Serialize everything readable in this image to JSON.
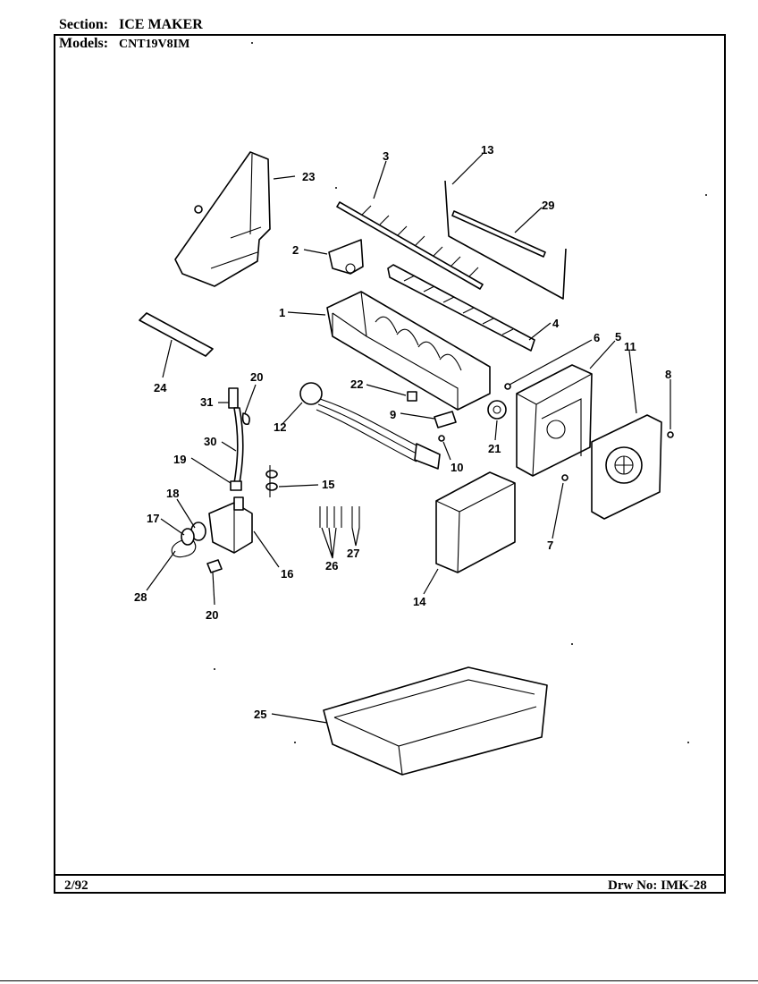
{
  "header": {
    "section_label": "Section:",
    "section_value": "ICE MAKER",
    "models_label": "Models:",
    "models_value": "CNT19V8IM"
  },
  "footer": {
    "date": "2/92",
    "drawing_number": "Drw No: IMK-28"
  },
  "callouts": {
    "c1": "1",
    "c2": "2",
    "c3": "3",
    "c4": "4",
    "c5": "5",
    "c6": "6",
    "c7": "7",
    "c8": "8",
    "c9": "9",
    "c10": "10",
    "c11": "11",
    "c12": "12",
    "c13": "13",
    "c14": "14",
    "c15": "15",
    "c16": "16",
    "c17": "17",
    "c18": "18",
    "c19": "19",
    "c20a": "20",
    "c20b": "20",
    "c21": "21",
    "c22": "22",
    "c23": "23",
    "c24": "24",
    "c25": "25",
    "c26": "26",
    "c27": "27",
    "c28": "28",
    "c29": "29",
    "c30": "30",
    "c31": "31"
  }
}
